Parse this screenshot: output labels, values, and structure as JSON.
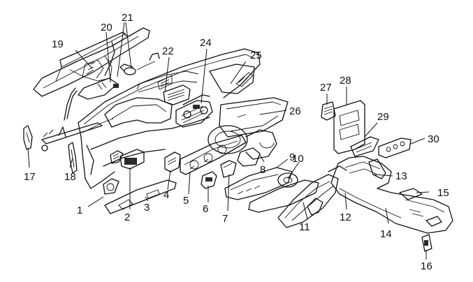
{
  "diagram": {
    "parts": [
      {
        "id": "p1",
        "label": "1"
      },
      {
        "id": "p2",
        "label": "2"
      },
      {
        "id": "p3",
        "label": "3"
      },
      {
        "id": "p4",
        "label": "4"
      },
      {
        "id": "p5",
        "label": "5"
      },
      {
        "id": "p6",
        "label": "6"
      },
      {
        "id": "p7",
        "label": "7"
      },
      {
        "id": "p8",
        "label": "8"
      },
      {
        "id": "p9",
        "label": "9"
      },
      {
        "id": "p10",
        "label": "10"
      },
      {
        "id": "p11",
        "label": "11"
      },
      {
        "id": "p12",
        "label": "12"
      },
      {
        "id": "p13",
        "label": "13"
      },
      {
        "id": "p14",
        "label": "14"
      },
      {
        "id": "p15",
        "label": "15"
      },
      {
        "id": "p16",
        "label": "16"
      },
      {
        "id": "p17",
        "label": "17"
      },
      {
        "id": "p18",
        "label": "18"
      },
      {
        "id": "p19",
        "label": "19"
      },
      {
        "id": "p20",
        "label": "20"
      },
      {
        "id": "p21",
        "label": "21"
      },
      {
        "id": "p22",
        "label": "22"
      },
      {
        "id": "p24",
        "label": "24"
      },
      {
        "id": "p25",
        "label": "25"
      },
      {
        "id": "p26",
        "label": "26"
      },
      {
        "id": "p27",
        "label": "27"
      },
      {
        "id": "p28",
        "label": "28"
      },
      {
        "id": "p29",
        "label": "29"
      },
      {
        "id": "p30",
        "label": "30"
      }
    ]
  }
}
